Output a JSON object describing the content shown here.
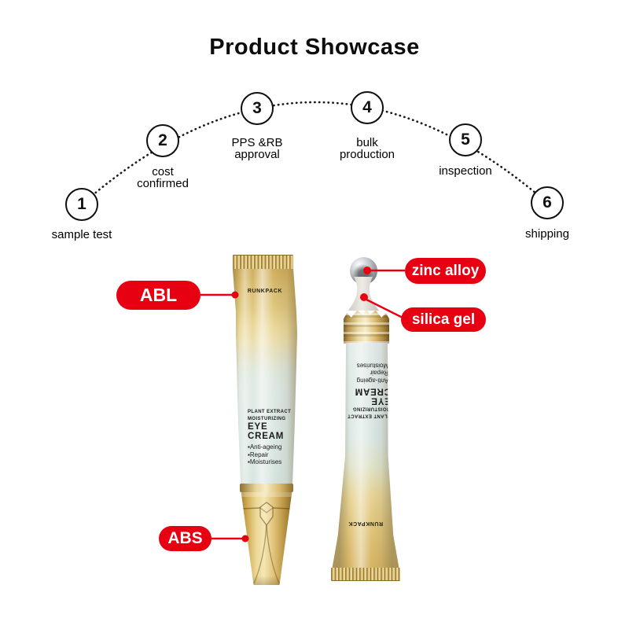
{
  "title": "Product Showcase",
  "process": {
    "steps": [
      {
        "num": "1",
        "label": "sample test"
      },
      {
        "num": "2",
        "label": "cost confirmed"
      },
      {
        "num": "3",
        "label": "PPS &RB approval"
      },
      {
        "num": "4",
        "label": "bulk production"
      },
      {
        "num": "5",
        "label": "inspection"
      },
      {
        "num": "6",
        "label": "shipping"
      }
    ]
  },
  "product": {
    "brand": "RUNKPACK",
    "print": {
      "line1": "PLANT EXTRACT",
      "line2": "MOISTURIZING",
      "line3": "EYE",
      "line4": "CREAM",
      "bullets": [
        "▪Anti-ageing",
        "▪Repair",
        "▪Moisturises"
      ]
    }
  },
  "callouts": [
    {
      "label": "ABL"
    },
    {
      "label": "zinc alloy"
    },
    {
      "label": "silica gel"
    },
    {
      "label": "ABS"
    }
  ],
  "colors": {
    "accent_red": "#e60012",
    "gold": "#d2b161",
    "tube_pale": "#dce8e3",
    "metal_ball": "#9da1a4"
  }
}
